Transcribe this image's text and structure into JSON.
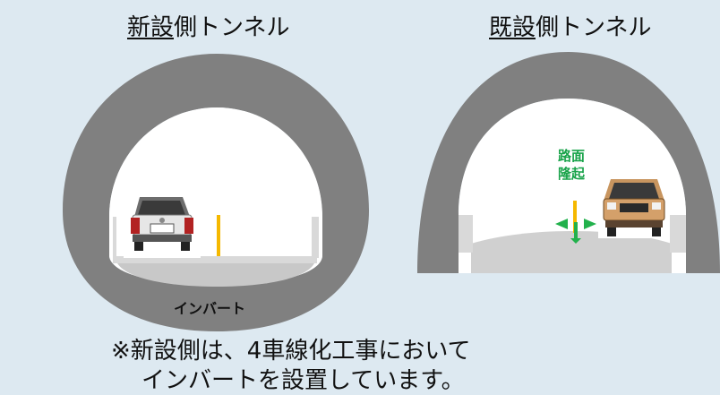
{
  "left_tunnel": {
    "title_underlined": "新設",
    "title_rest": "側トンネル",
    "invert_label": "インバート"
  },
  "right_tunnel": {
    "title_underlined": "既設",
    "title_rest": "側トンネル",
    "heave_label_line1": "路面",
    "heave_label_line2": "隆起"
  },
  "note": {
    "line1": "※新設側は、4車線化工事において",
    "line2": "インバートを設置しています。"
  },
  "colors": {
    "background": "#dde9f1",
    "lining": "#808080",
    "tunnel_interior": "#ffffff",
    "road": "#d9d9d9",
    "pole": "#f5b800",
    "heave_arrow": "#22b14c"
  }
}
